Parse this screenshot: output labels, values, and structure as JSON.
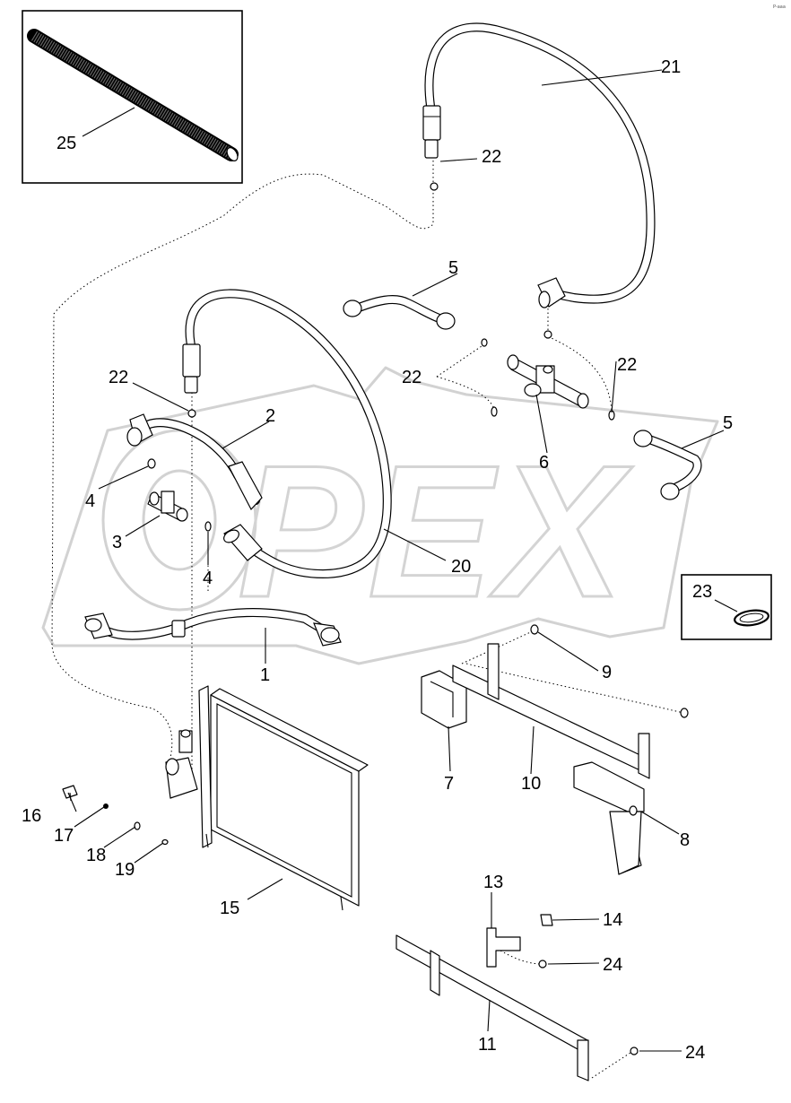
{
  "diagram": {
    "corner_mark": "P-aaa",
    "watermark": "OPEX",
    "callouts": {
      "c1": "1",
      "c2": "2",
      "c3": "3",
      "c4a": "4",
      "c4b": "4",
      "c5a": "5",
      "c5b": "5",
      "c6": "6",
      "c7": "7",
      "c8": "8",
      "c9": "9",
      "c10": "10",
      "c11": "11",
      "c13": "13",
      "c14": "14",
      "c15": "15",
      "c16": "16",
      "c17": "17",
      "c18": "18",
      "c19": "19",
      "c20": "20",
      "c21": "21",
      "c22a": "22",
      "c22b": "22",
      "c22c": "22",
      "c22d": "22",
      "c23": "23",
      "c24a": "24",
      "c24b": "24",
      "c25": "25"
    }
  }
}
